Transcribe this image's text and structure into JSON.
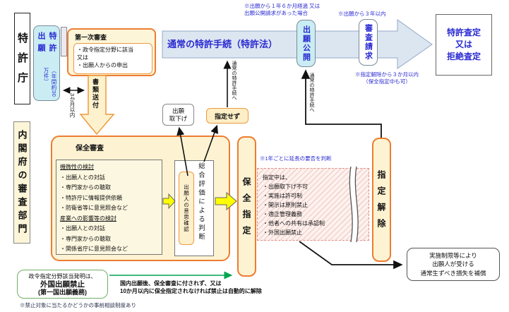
{
  "colors": {
    "accent_blue_text": "#2a2ad2",
    "flow_arrow_fill": "#dce6f1",
    "cyan_box": "#c9edf3",
    "cream_box": "#fdf3d2",
    "orange_border": "#ed7d31",
    "yellow_arrow": "#ffff00",
    "green_arrow": "#00a650",
    "hatch_pink": "#e08f8a"
  },
  "agencies": {
    "jpo": "特許庁",
    "cabinet_office": "内閣府の審査部門"
  },
  "patent_application": {
    "title": "特許出願",
    "note": "（年間約30万件）"
  },
  "first_review": {
    "title": "第一次審査",
    "criteria": [
      "・政令指定分野に該当",
      "又は",
      "・出願人からの申出"
    ]
  },
  "flow": {
    "documents_sent": "書類送付",
    "three_months": "3か月以内",
    "normal_procedure": "通常の特許手続（特許法）",
    "application_publication": "出願公開",
    "examination_request": "審査請求",
    "decision": [
      "特許査定",
      "又は",
      "拒絶査定"
    ],
    "to_normal_procedure": "通常の特許手続へ",
    "withdrawal": [
      "出願",
      "取下げ"
    ],
    "not_designated": "指定せず"
  },
  "notes": {
    "publication_timing": "※出願から１年６か月経過 又は\n出願公開請求があった場合",
    "request_timing": "※出願から３年以内",
    "after_release": "※指定解除から３か月以内\n（保全指定中も可）",
    "annual_review": "※1年ごとに延長の要否を判断",
    "pre_consultation": "※禁止対象に当たるかどうかの事前相談制度あり"
  },
  "safeguard_review": {
    "title": "保全審査",
    "sections": [
      {
        "heading": "機微性の検討",
        "items": [
          "・出願人との対話",
          "・専門家からの聴取",
          "・特許庁に情報提供依頼",
          "・防衛省等に意見照会など"
        ]
      },
      {
        "heading": "産業への影響等の検討",
        "items": [
          "・出願人との対話",
          "・専門家からの聴取",
          "・関係省庁に意見照会など"
        ]
      }
    ],
    "intent_confirmation": "出願人の意思確認",
    "overall_judgement": "総合評価による判断"
  },
  "designation": {
    "label": "保全指定",
    "during": [
      "指定中は、",
      "・出願取下げ不可",
      "・実施は許可制",
      "・開示は原則禁止",
      "・適正管理義務",
      "・他者への共有は承認制",
      "・外国出願禁止"
    ],
    "release_label": "指定解除",
    "compensation": [
      "実施制限等により",
      "出願人が受ける",
      "通常生ずべき損失を補償"
    ]
  },
  "foreign_ban": {
    "intro": "政令指定分野該当発明は、",
    "title": "外国出願禁止",
    "subtitle": "(第一国出願義務)",
    "auto_release": "国内出願後、保全審査に付されず、又は\n10か月以内に保全指定されなければ禁止は自動的に解除"
  }
}
